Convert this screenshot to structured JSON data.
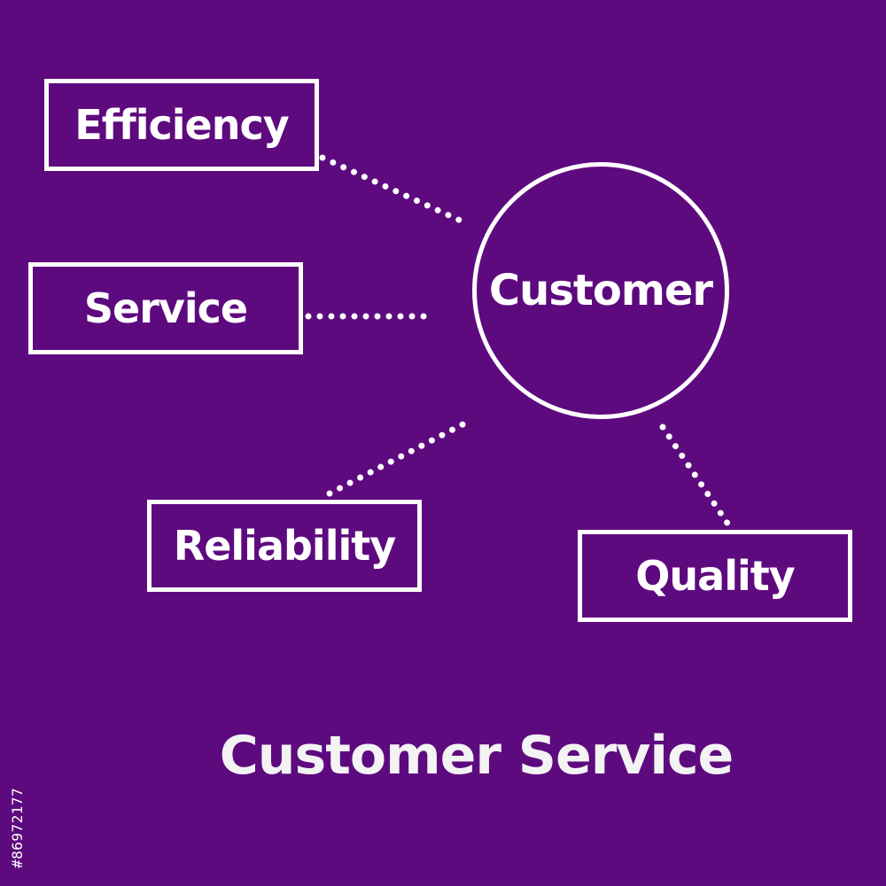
{
  "diagram": {
    "center_label": "Customer",
    "nodes": [
      {
        "id": "efficiency",
        "label": "Efficiency"
      },
      {
        "id": "service",
        "label": "Service"
      },
      {
        "id": "reliability",
        "label": "Reliability"
      },
      {
        "id": "quality",
        "label": "Quality"
      }
    ],
    "edges": [
      {
        "from": "efficiency",
        "to": "customer",
        "style": "dotted"
      },
      {
        "from": "service",
        "to": "customer",
        "style": "dotted"
      },
      {
        "from": "reliability",
        "to": "customer",
        "style": "dotted"
      },
      {
        "from": "quality",
        "to": "customer",
        "style": "dotted"
      }
    ],
    "caption": "Customer Service"
  },
  "stock_id": "#86972177",
  "colors": {
    "background": "#5e0a7f",
    "foreground": "#ffffff"
  }
}
